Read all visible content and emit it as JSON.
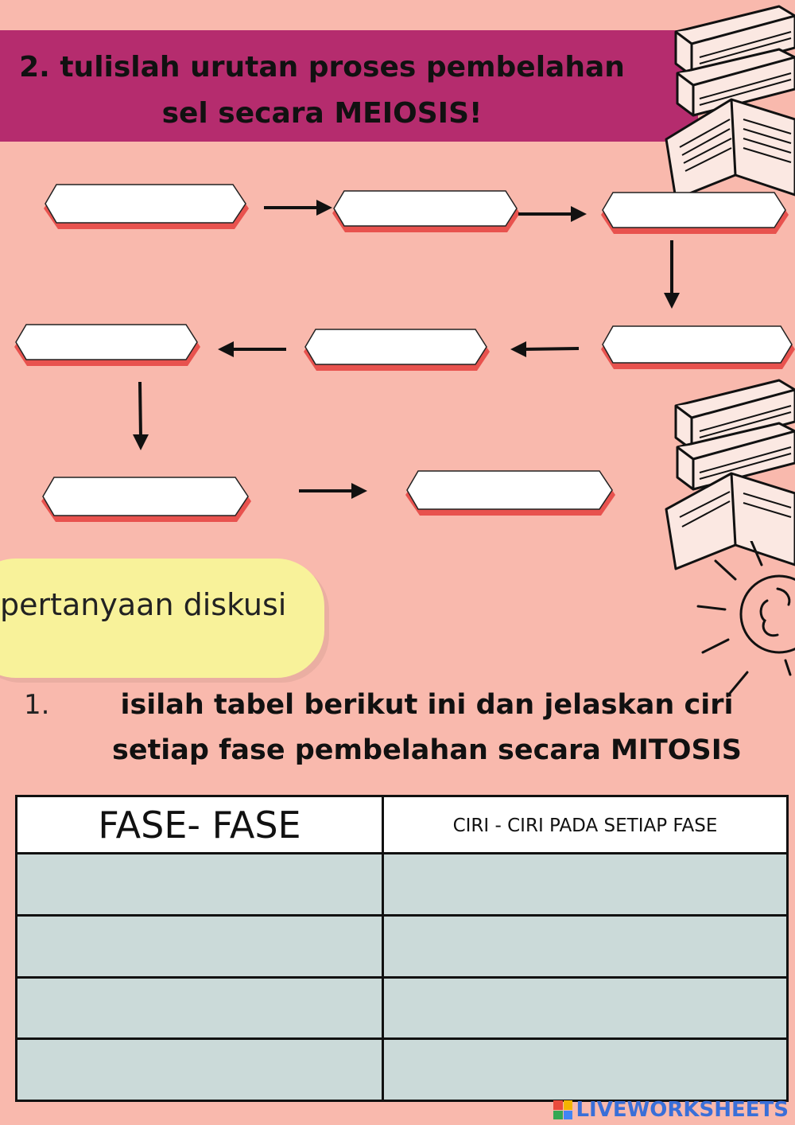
{
  "header": {
    "title": "2. tulislah urutan proses pembelahan sel secara MEIOSIS!"
  },
  "flow": {
    "boxes": [
      "",
      "",
      "",
      "",
      "",
      "",
      "",
      "",
      ""
    ],
    "arrow_directions": [
      "right",
      "right",
      "down",
      "left",
      "left",
      "down",
      "right"
    ]
  },
  "discussion": {
    "label": "pertanyaan diskusi"
  },
  "question": {
    "number": "1.",
    "text": "isilah tabel berikut ini dan jelaskan ciri setiap fase pembelahan secara MITOSIS"
  },
  "table": {
    "headers": [
      "FASE- FASE",
      "CIRI - CIRI PADA SETIAP FASE"
    ],
    "rows": [
      [
        "",
        ""
      ],
      [
        "",
        ""
      ],
      [
        "",
        ""
      ],
      [
        "",
        ""
      ]
    ]
  },
  "colors": {
    "background": "#f9b9ad",
    "banner": "#b52c6e",
    "pill": "#f8f29a",
    "table_cell": "#cbdad9",
    "box_shadow": "#e8524e"
  },
  "watermark": {
    "text": "LIVEWORKSHEETS"
  }
}
